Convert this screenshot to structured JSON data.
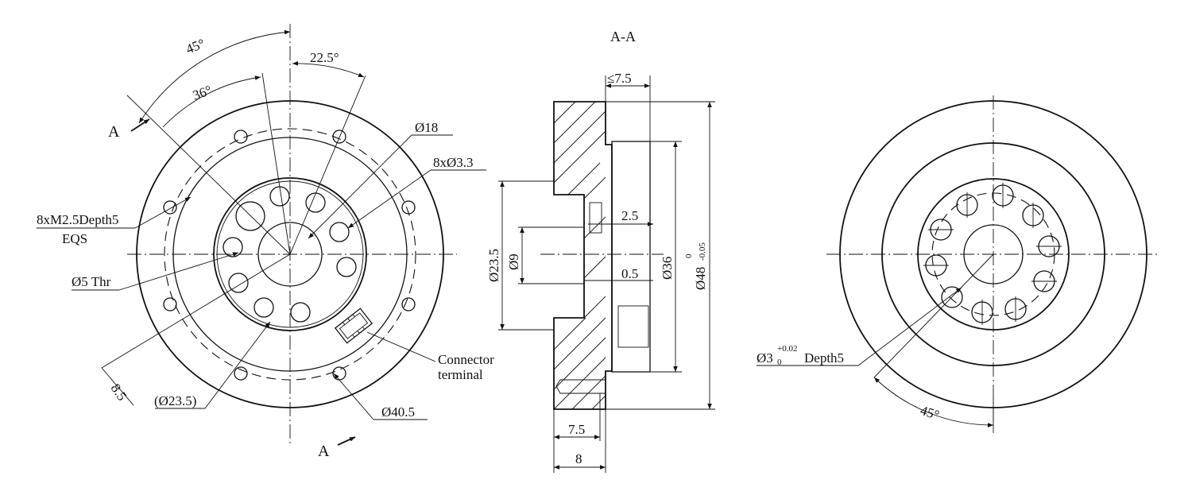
{
  "front_view": {
    "angle_45": "45°",
    "angle_36": "36°",
    "angle_22_5": "22.5°",
    "section_mark_top": "A",
    "section_mark_bottom": "A",
    "dia_18": "Ø18",
    "holes_8x_dia_3_3": "8xØ3.3",
    "thread_spec": "8xM2.5Depth5",
    "thread_eqs": "EQS",
    "dia_5_thru": "Ø5 Thr",
    "dim_8_5": "8.5",
    "dia_23_5_ref": "(Ø23.5)",
    "dia_40_5": "Ø40.5",
    "connector_line1": "Connector",
    "connector_line2": "terminal"
  },
  "section_view": {
    "title": "A-A",
    "max_7_5": "≤7.5",
    "dim_2_5": "2.5",
    "dim_0_5": "0.5",
    "dia_23_5": "Ø23.5",
    "dia_9": "Ø9",
    "dia_36": "Ø36",
    "dia_48": "Ø48",
    "tol_48_upper": "0",
    "tol_48_lower": "-0.05",
    "dim_7_5": "7.5",
    "dim_8": "8"
  },
  "rear_view": {
    "pin_hole_dia": "Ø3",
    "pin_tol_upper": "+0.02",
    "pin_tol_lower": "0",
    "pin_depth": "Depth5",
    "angle_45": "45°"
  }
}
